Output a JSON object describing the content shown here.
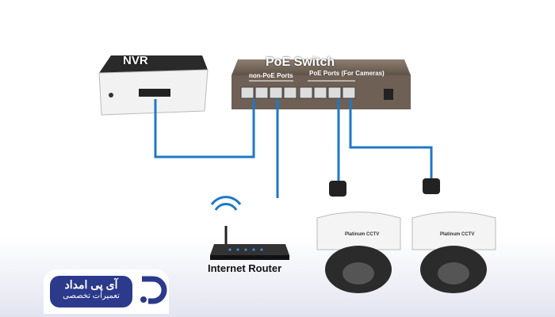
{
  "nvr": {
    "label": "NVR"
  },
  "switch": {
    "label": "PoE Switch",
    "non_poe_label": "non-PoE Ports",
    "poe_label": "PoE Ports (For Cameras)"
  },
  "router": {
    "label": "Internet Router"
  },
  "cameras": [
    {
      "brand": "Platinum CCTV"
    },
    {
      "brand": "Platinum CCTV"
    }
  ],
  "logo": {
    "title": "آی پی امداد",
    "subtitle": "تعمیرات تخصصی"
  },
  "colors": {
    "cable": "#1f78c8",
    "switch": "#7a6a5c",
    "logo": "#2c3a8c"
  }
}
